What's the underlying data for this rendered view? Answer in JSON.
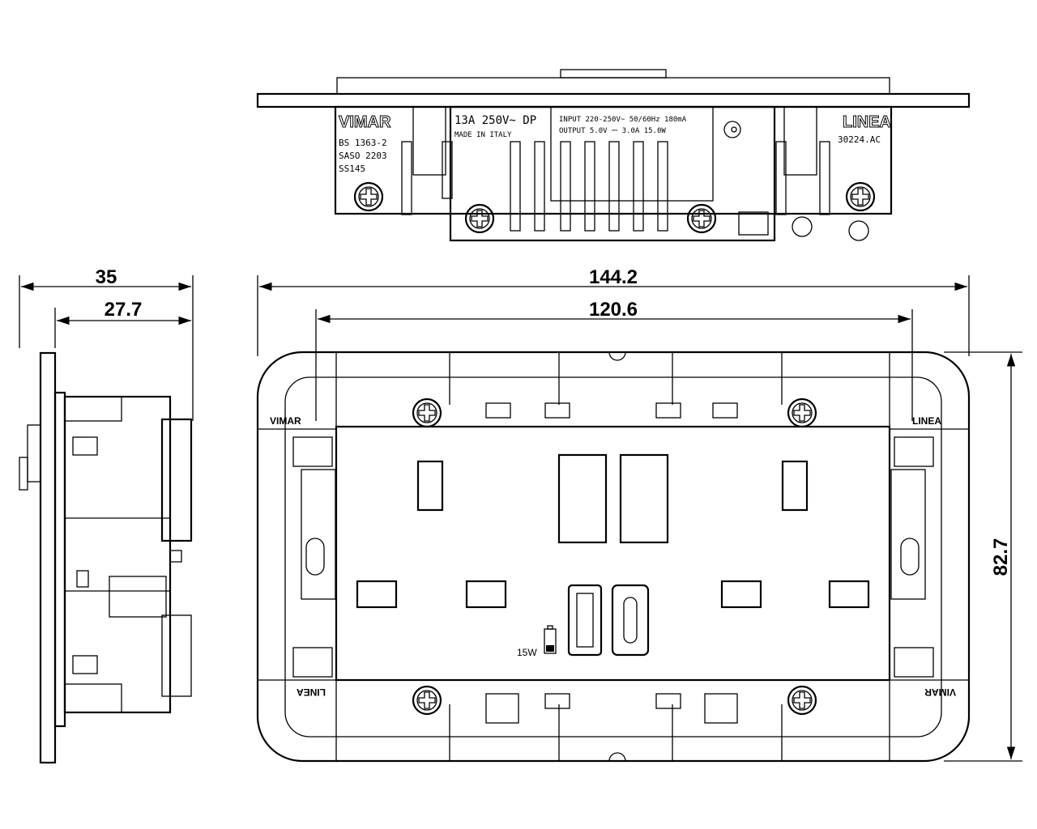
{
  "dimensions": {
    "side_depth_total": "35",
    "side_depth_box": "27.7",
    "front_width_total": "144.2",
    "front_width_inner": "120.6",
    "front_height": "82.7"
  },
  "top_view": {
    "brand": "VIMAR",
    "series": "LINEA",
    "standards": [
      "BS 1363-2",
      "SASO 2203",
      "SS145"
    ],
    "rating": "13A 250V~ DP",
    "origin": "MADE IN ITALY",
    "input": "INPUT 220-250V~ 50/60Hz 180mA",
    "output": "OUTPUT 5.0V ⎓ 3.0A 15.0W",
    "article": "30224.AC"
  },
  "front_view": {
    "brand_top_left": "VIMAR",
    "series_top_right": "LINEA",
    "series_bottom_left": "LINEA",
    "brand_bottom_right": "VIMAR",
    "usb_power": "15W"
  }
}
